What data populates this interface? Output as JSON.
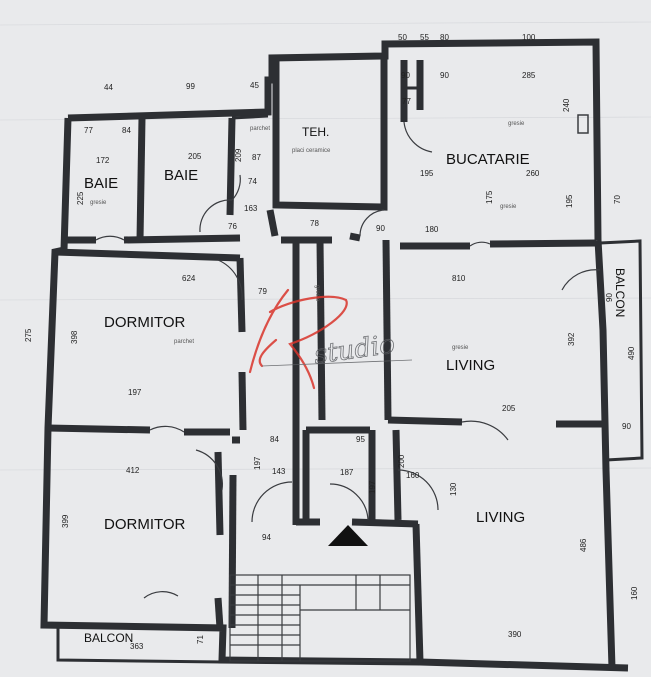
{
  "rooms": [
    {
      "id": "baie-1",
      "label": "BAIE"
    },
    {
      "id": "baie-2",
      "label": "BAIE"
    },
    {
      "id": "teh",
      "label": "TEH."
    },
    {
      "id": "bucatarie",
      "label": "BUCATARIE"
    },
    {
      "id": "balcon-right",
      "label": "BALCON"
    },
    {
      "id": "dormitor-1",
      "label": "DORMITOR"
    },
    {
      "id": "living-1",
      "label": "LIVING"
    },
    {
      "id": "dormitor-2",
      "label": "DORMITOR"
    },
    {
      "id": "living-2",
      "label": "LIVING"
    },
    {
      "id": "balcon-bottom",
      "label": "BALCON"
    }
  ],
  "dimensions": [
    "50",
    "55",
    "80",
    "100",
    "44",
    "99",
    "45",
    "90",
    "90",
    "285",
    "77",
    "84",
    "205",
    "87",
    "209",
    "240",
    "77",
    "172",
    "195",
    "260",
    "225",
    "74",
    "163",
    "76",
    "78",
    "90",
    "180",
    "175",
    "195",
    "70",
    "624",
    "810",
    "90",
    "79",
    "275",
    "398",
    "392",
    "490",
    "197",
    "205",
    "90",
    "84",
    "95",
    "197",
    "143",
    "187",
    "200",
    "160",
    "412",
    "197",
    "130",
    "399",
    "94",
    "486",
    "160",
    "363",
    "71",
    "390"
  ],
  "notes": [
    "parchet",
    "placi ceramice",
    "gresie",
    "gresie",
    "gresie",
    "parchet",
    "gresie",
    "gresie"
  ],
  "watermark": {
    "text": "studio"
  },
  "colors": {
    "background": "#e9eaec",
    "wall": "#2d2f33",
    "watermark_red": "#d9342b"
  }
}
